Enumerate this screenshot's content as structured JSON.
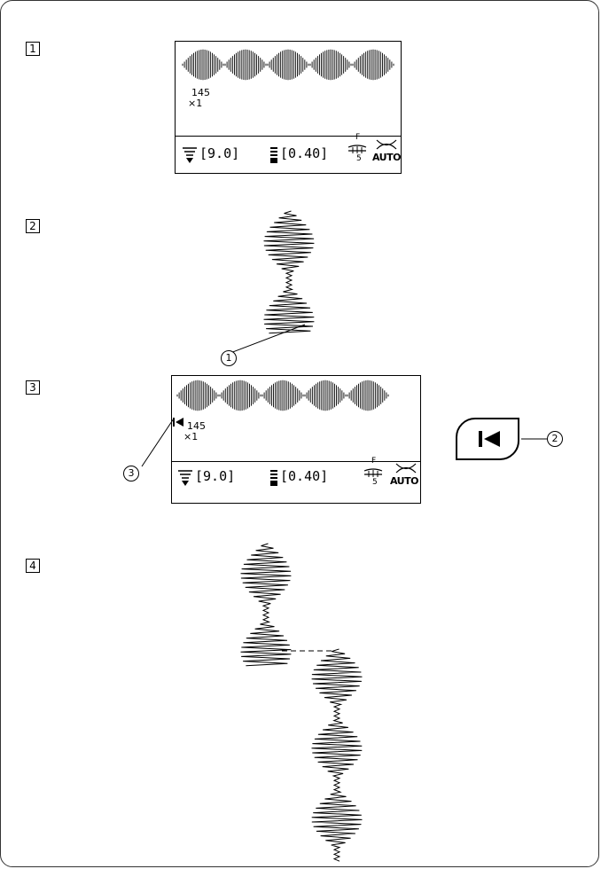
{
  "steps": [
    {
      "label": "1"
    },
    {
      "label": "2"
    },
    {
      "label": "3"
    },
    {
      "label": "4"
    }
  ],
  "lcd": {
    "pattern_number": "145",
    "repeat": "×1",
    "width_value": "[9.0]",
    "length_value": "[0.40]",
    "foot_letter": "F",
    "foot_tension": "5",
    "auto_label": "AUTO"
  },
  "callouts": {
    "c1": "1",
    "c2": "2",
    "c3": "3"
  },
  "icons": {
    "width": "stitch-width-icon",
    "length": "stitch-length-icon",
    "foot": "presser-foot-icon",
    "thread_cutter": "thread-cutter-icon",
    "restart": "restart-pattern-icon"
  }
}
